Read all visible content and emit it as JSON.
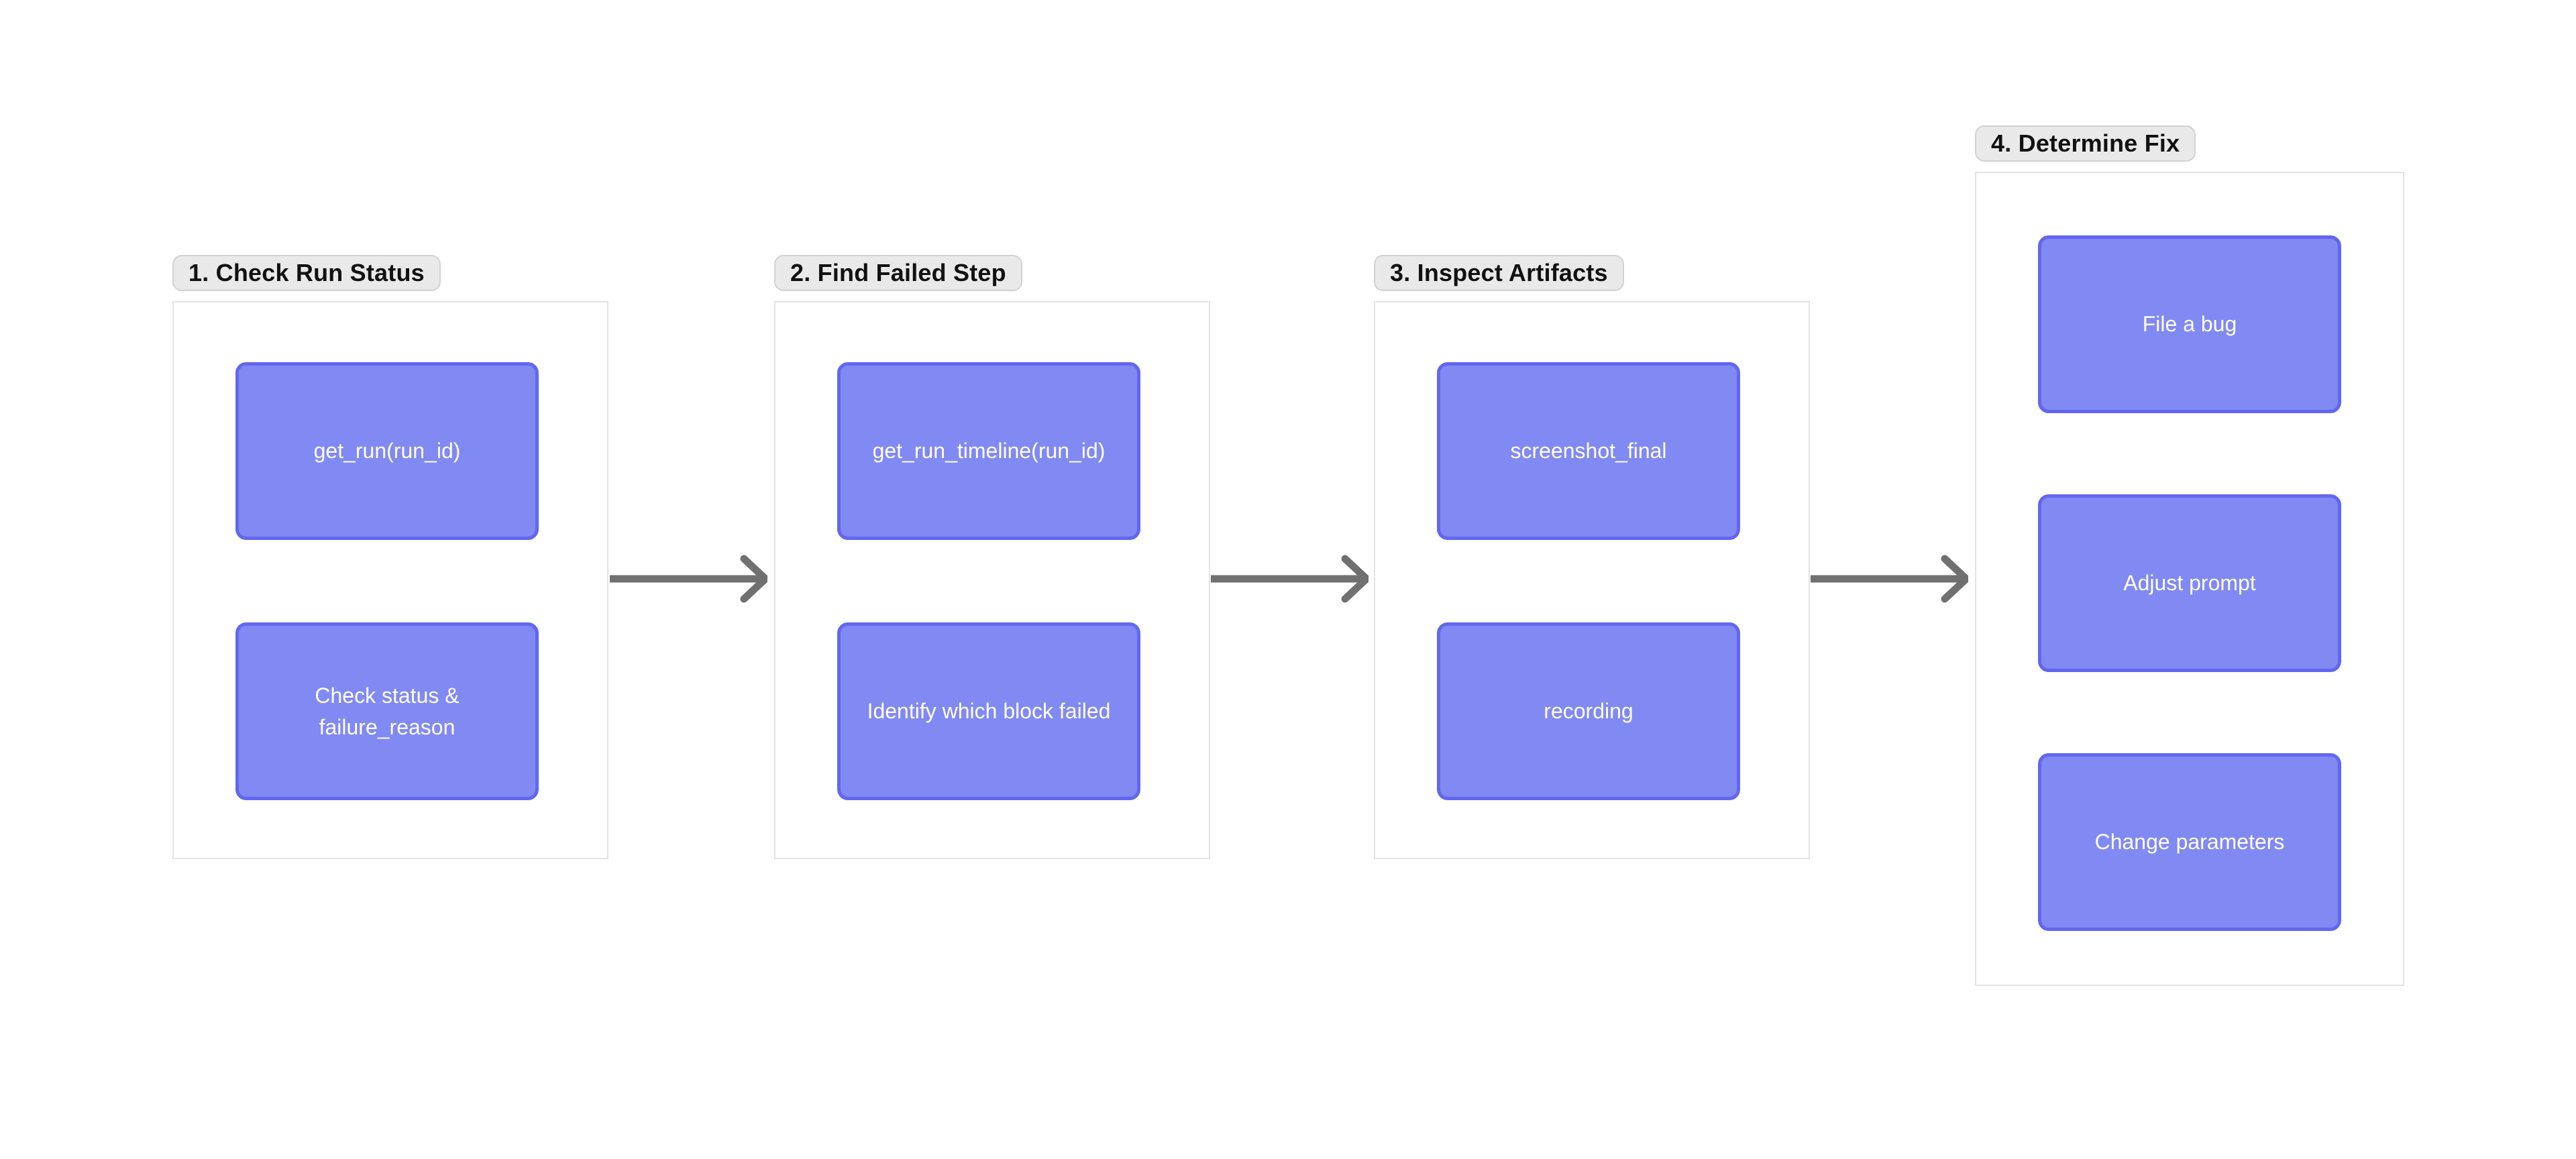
{
  "colors": {
    "node_fill": "#8189F2",
    "node_border": "#6266F0",
    "node_text": "#ffffff",
    "group_border": "#e3e3e3",
    "label_bg": "#e9e9e9",
    "label_border": "#d2d2d2",
    "label_text": "#111111",
    "arrow": "#707070",
    "canvas_bg": "#ffffff"
  },
  "groups": [
    {
      "label": "1. Check Run Status",
      "nodes": [
        {
          "label": "get_run(run_id)"
        },
        {
          "label": "Check status & failure_reason"
        }
      ]
    },
    {
      "label": "2. Find Failed Step",
      "nodes": [
        {
          "label": "get_run_timeline(run_id)"
        },
        {
          "label": "Identify which block failed"
        }
      ]
    },
    {
      "label": "3. Inspect Artifacts",
      "nodes": [
        {
          "label": "screenshot_final"
        },
        {
          "label": "recording"
        }
      ]
    },
    {
      "label": "4. Determine Fix",
      "nodes": [
        {
          "label": "File a bug"
        },
        {
          "label": "Adjust prompt"
        },
        {
          "label": "Change parameters"
        }
      ]
    }
  ],
  "arrows": [
    {
      "name": "arrow-step1-to-step2"
    },
    {
      "name": "arrow-step2-to-step3"
    },
    {
      "name": "arrow-step3-to-step4"
    }
  ]
}
